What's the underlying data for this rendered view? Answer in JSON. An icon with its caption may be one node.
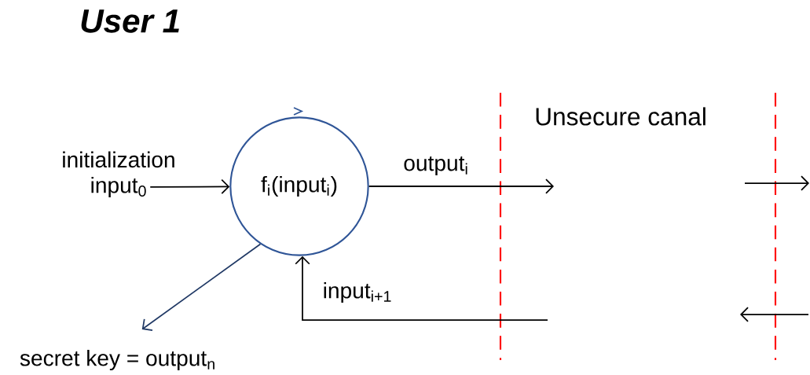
{
  "diagram": {
    "title": "User 1",
    "nodes": [
      {
        "text": [
          "input$_{0}$"
        ],
        "beside": [
          "initialization"
        ]
      },
      {
        "text": [
          "f$_{i}$(input$_{i}$)"
        ]
      },
      {
        "text": [
          "secret key = output$_{n}$"
        ]
      }
    ],
    "edges": [
      {
        "from": 0,
        "to": 1,
        "arrow": "to"
      },
      {
        "from": 1,
        "to": null,
        "arrow": "to",
        "label": "output$_{i}$"
      },
      {
        "from": null,
        "to": 1,
        "arrow": "to",
        "label": "input$_{i+1}$"
      },
      {
        "from": 1,
        "to": 2,
        "arrow": "to",
        "color": "#1f3864"
      }
    ],
    "labels": [
      "Unsecure canal"
    ]
  }
}
